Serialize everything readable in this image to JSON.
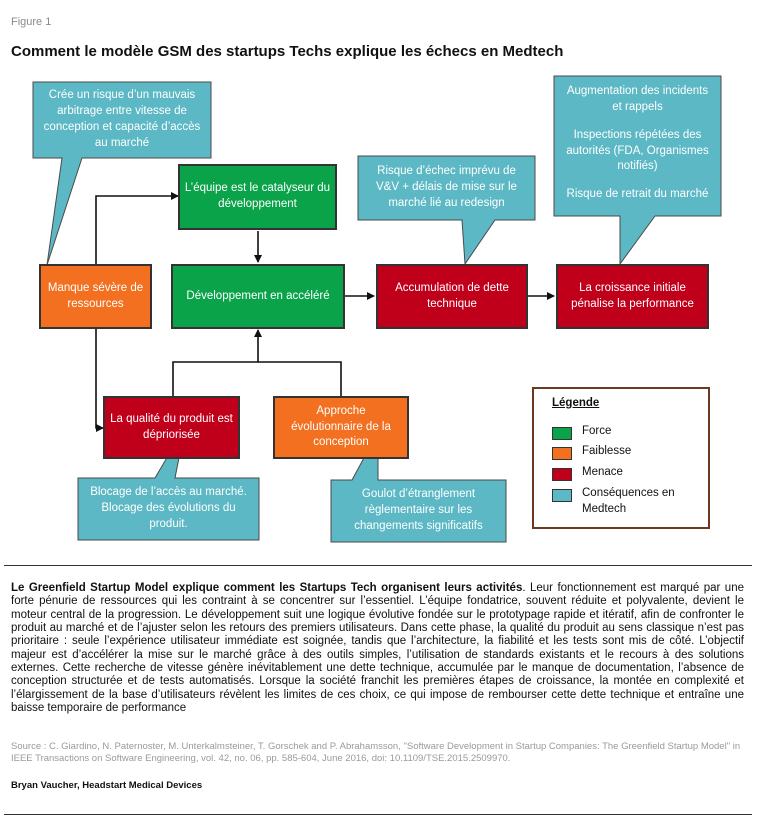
{
  "figure_label": "Figure 1",
  "title": "Comment le modèle GSM des startups Techs explique les échecs en Medtech",
  "colors": {
    "force": "#0aa34a",
    "faiblesse": "#f2701f",
    "menace": "#c0001a",
    "consequence": "#5bb8c4",
    "legend_border": "#6b3a1e"
  },
  "nodes": {
    "equipe": "L’équipe est le catalyseur du développement",
    "ressources": "Manque sévère de ressources",
    "developpement": "Développement en accéléré",
    "dette": "Accumulation de dette technique",
    "croissance": "La croissance initiale pénalise la performance",
    "qualite": "La qualité du produit est dépriorisée",
    "approche": "Approche évolutionnaire de la conception"
  },
  "callouts": {
    "arbitrage": "Crée un risque d’un mauvais arbitrage entre vitesse de conception et capacité d’accès au marché",
    "risque_vv": "Risque d’échec imprévu de V&V + délais de mise sur le marché lié au redesign",
    "incidents": "Augmentation des incidents et rappels",
    "inspections": "Inspections répétées des autorités (FDA, Organismes notifiés)",
    "retrait": "Risque de retrait du marché",
    "blocage": "Blocage de l’accès au marché. Blocage des évolutions du produit.",
    "goulot": "Goulot d’étranglement règlementaire sur les changements significatifs"
  },
  "legend": {
    "title": "Légende",
    "items": [
      {
        "label": "Force",
        "color": "#0aa34a"
      },
      {
        "label": "Faiblesse",
        "color": "#f2701f"
      },
      {
        "label": "Menace",
        "color": "#c0001a"
      },
      {
        "label": "Conséquences en Medtech",
        "color": "#5bb8c4"
      }
    ]
  },
  "caption": {
    "lead": "Le Greenfield Startup Model explique comment les Startups Tech organisent leurs activités",
    "body": ". Leur fonctionnement est marqué par une forte pénurie de ressources qui les contraint à se concentrer sur l’essentiel. L’équipe fondatrice, souvent réduite et polyvalente, devient le moteur central de la progression. Le développement suit une logique évolutive fondée sur le prototypage rapide et itératif, afin de confronter le produit au marché et de l’ajuster selon les retours des premiers utilisateurs. Dans cette phase, la qualité du produit au sens classique n’est pas prioritaire : seule l’expérience utilisateur immédiate est soignée, tandis que l’architecture, la fiabilité et les tests sont mis de côté. L’objectif majeur est d’accélérer la mise sur le marché grâce à des outils simples, l’utilisation de standards existants et le recours à des solutions externes. Cette recherche de vitesse génère inévitablement une dette technique, accumulée par le manque de documentation, l’absence de conception structurée et de tests automatisés. Lorsque la société franchit les premières étapes de croissance, la montée en complexité et l’élargissement de la base d’utilisateurs révèlent les limites de ces choix, ce qui impose de rembourser cette dette technique et entraîne une baisse temporaire de performance"
  },
  "source": "Source : C. Giardino, N. Paternoster, M. Unterkalmsteiner, T. Gorschek and P. Abrahamsson, \"Software Development in Startup Companies: The Greenfield Startup Model\" in IEEE Transactions on Software Engineering, vol. 42, no. 06, pp. 585-604, June 2016, doi: 10.1109/TSE.2015.2509970.",
  "author": "Bryan Vaucher, Headstart Medical Devices"
}
